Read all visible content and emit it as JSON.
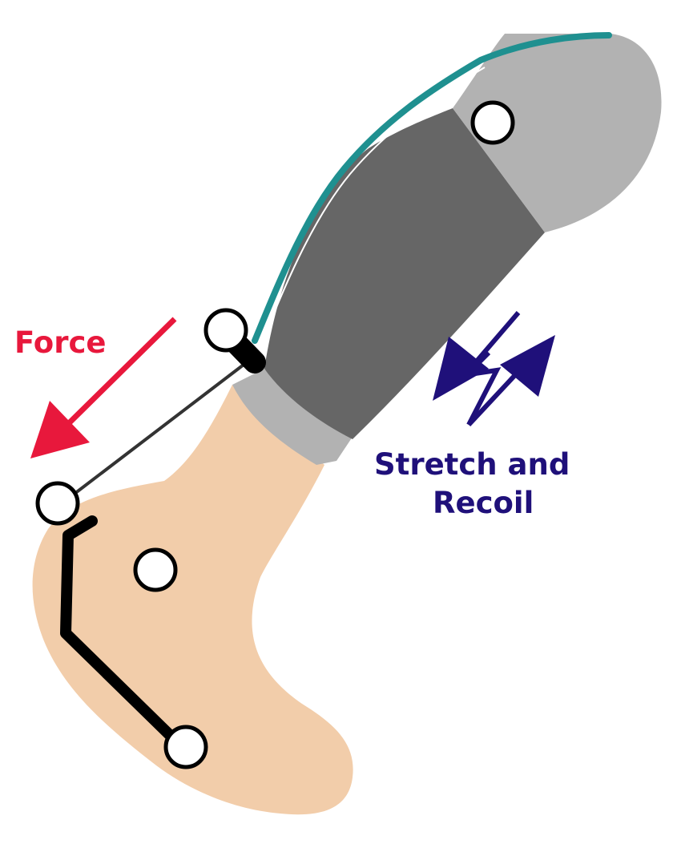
{
  "labels": {
    "force": "Force",
    "stretch_line1": "Stretch and",
    "stretch_line2": "Recoil"
  },
  "colors": {
    "force_arrow": "#e8183c",
    "stretch_arrows": "#1f107a",
    "skin": "#f2cdaa",
    "sock_light": "#b2b2b2",
    "sock_dark": "#666666",
    "spring_blade": "#1f9090",
    "linkage": "#000000",
    "marker_fill": "#ffffff"
  },
  "icons": {
    "force_arrow": "arrow-down-left-icon",
    "stretch_arrows": "double-arrow-icon",
    "markers": "circle-marker-icon"
  }
}
